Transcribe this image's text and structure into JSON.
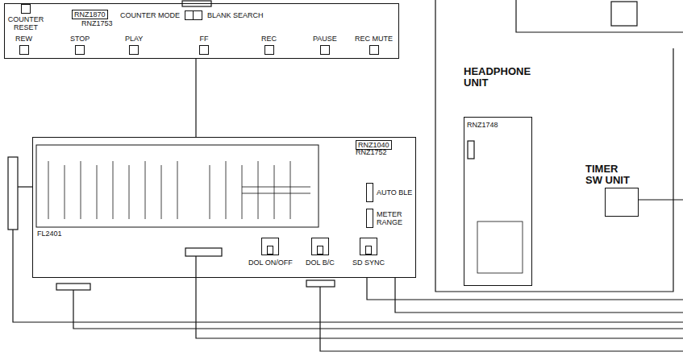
{
  "diagram": {
    "nodes": [
      {
        "text": [
          "RNZ1870",
          "RNZ1753"
        ]
      },
      {
        "text": [
          "COUNTER RESET"
        ],
        "in": 0
      },
      {
        "text": [
          "COUNTER MODE"
        ],
        "in": 0
      },
      {
        "text": [
          "BLANK SEARCH"
        ],
        "in": 0
      },
      {
        "text": [
          "REW"
        ],
        "in": 0
      },
      {
        "text": [
          "STOP"
        ],
        "in": 0
      },
      {
        "text": [
          "PLAY"
        ],
        "in": 0
      },
      {
        "text": [
          "FF"
        ],
        "in": 0
      },
      {
        "text": [
          "REC"
        ],
        "in": 0
      },
      {
        "text": [
          "PAUSE"
        ],
        "in": 0
      },
      {
        "text": [
          "REC MUTE"
        ],
        "in": 0
      },
      {
        "text": [
          "RNZ1040",
          "RNZ1752"
        ]
      },
      {
        "text": [
          "AUTO BLE"
        ],
        "in": 11
      },
      {
        "text": [
          "METER RANGE"
        ],
        "in": 11
      },
      {
        "text": [
          "DOL ON/OFF"
        ],
        "in": 11
      },
      {
        "text": [
          "DOL B/C"
        ],
        "in": 11
      },
      {
        "text": [
          "SD SYNC"
        ],
        "in": 11
      },
      {
        "text": [
          "HEADPHONE UNIT",
          "RNZ1748"
        ]
      },
      {
        "text": [
          "TIMER SW UNIT"
        ]
      }
    ],
    "edges": [
      {
        "from": 0,
        "to": 11,
        "arrow": "none"
      }
    ],
    "labels": [
      "FL2401"
    ]
  }
}
